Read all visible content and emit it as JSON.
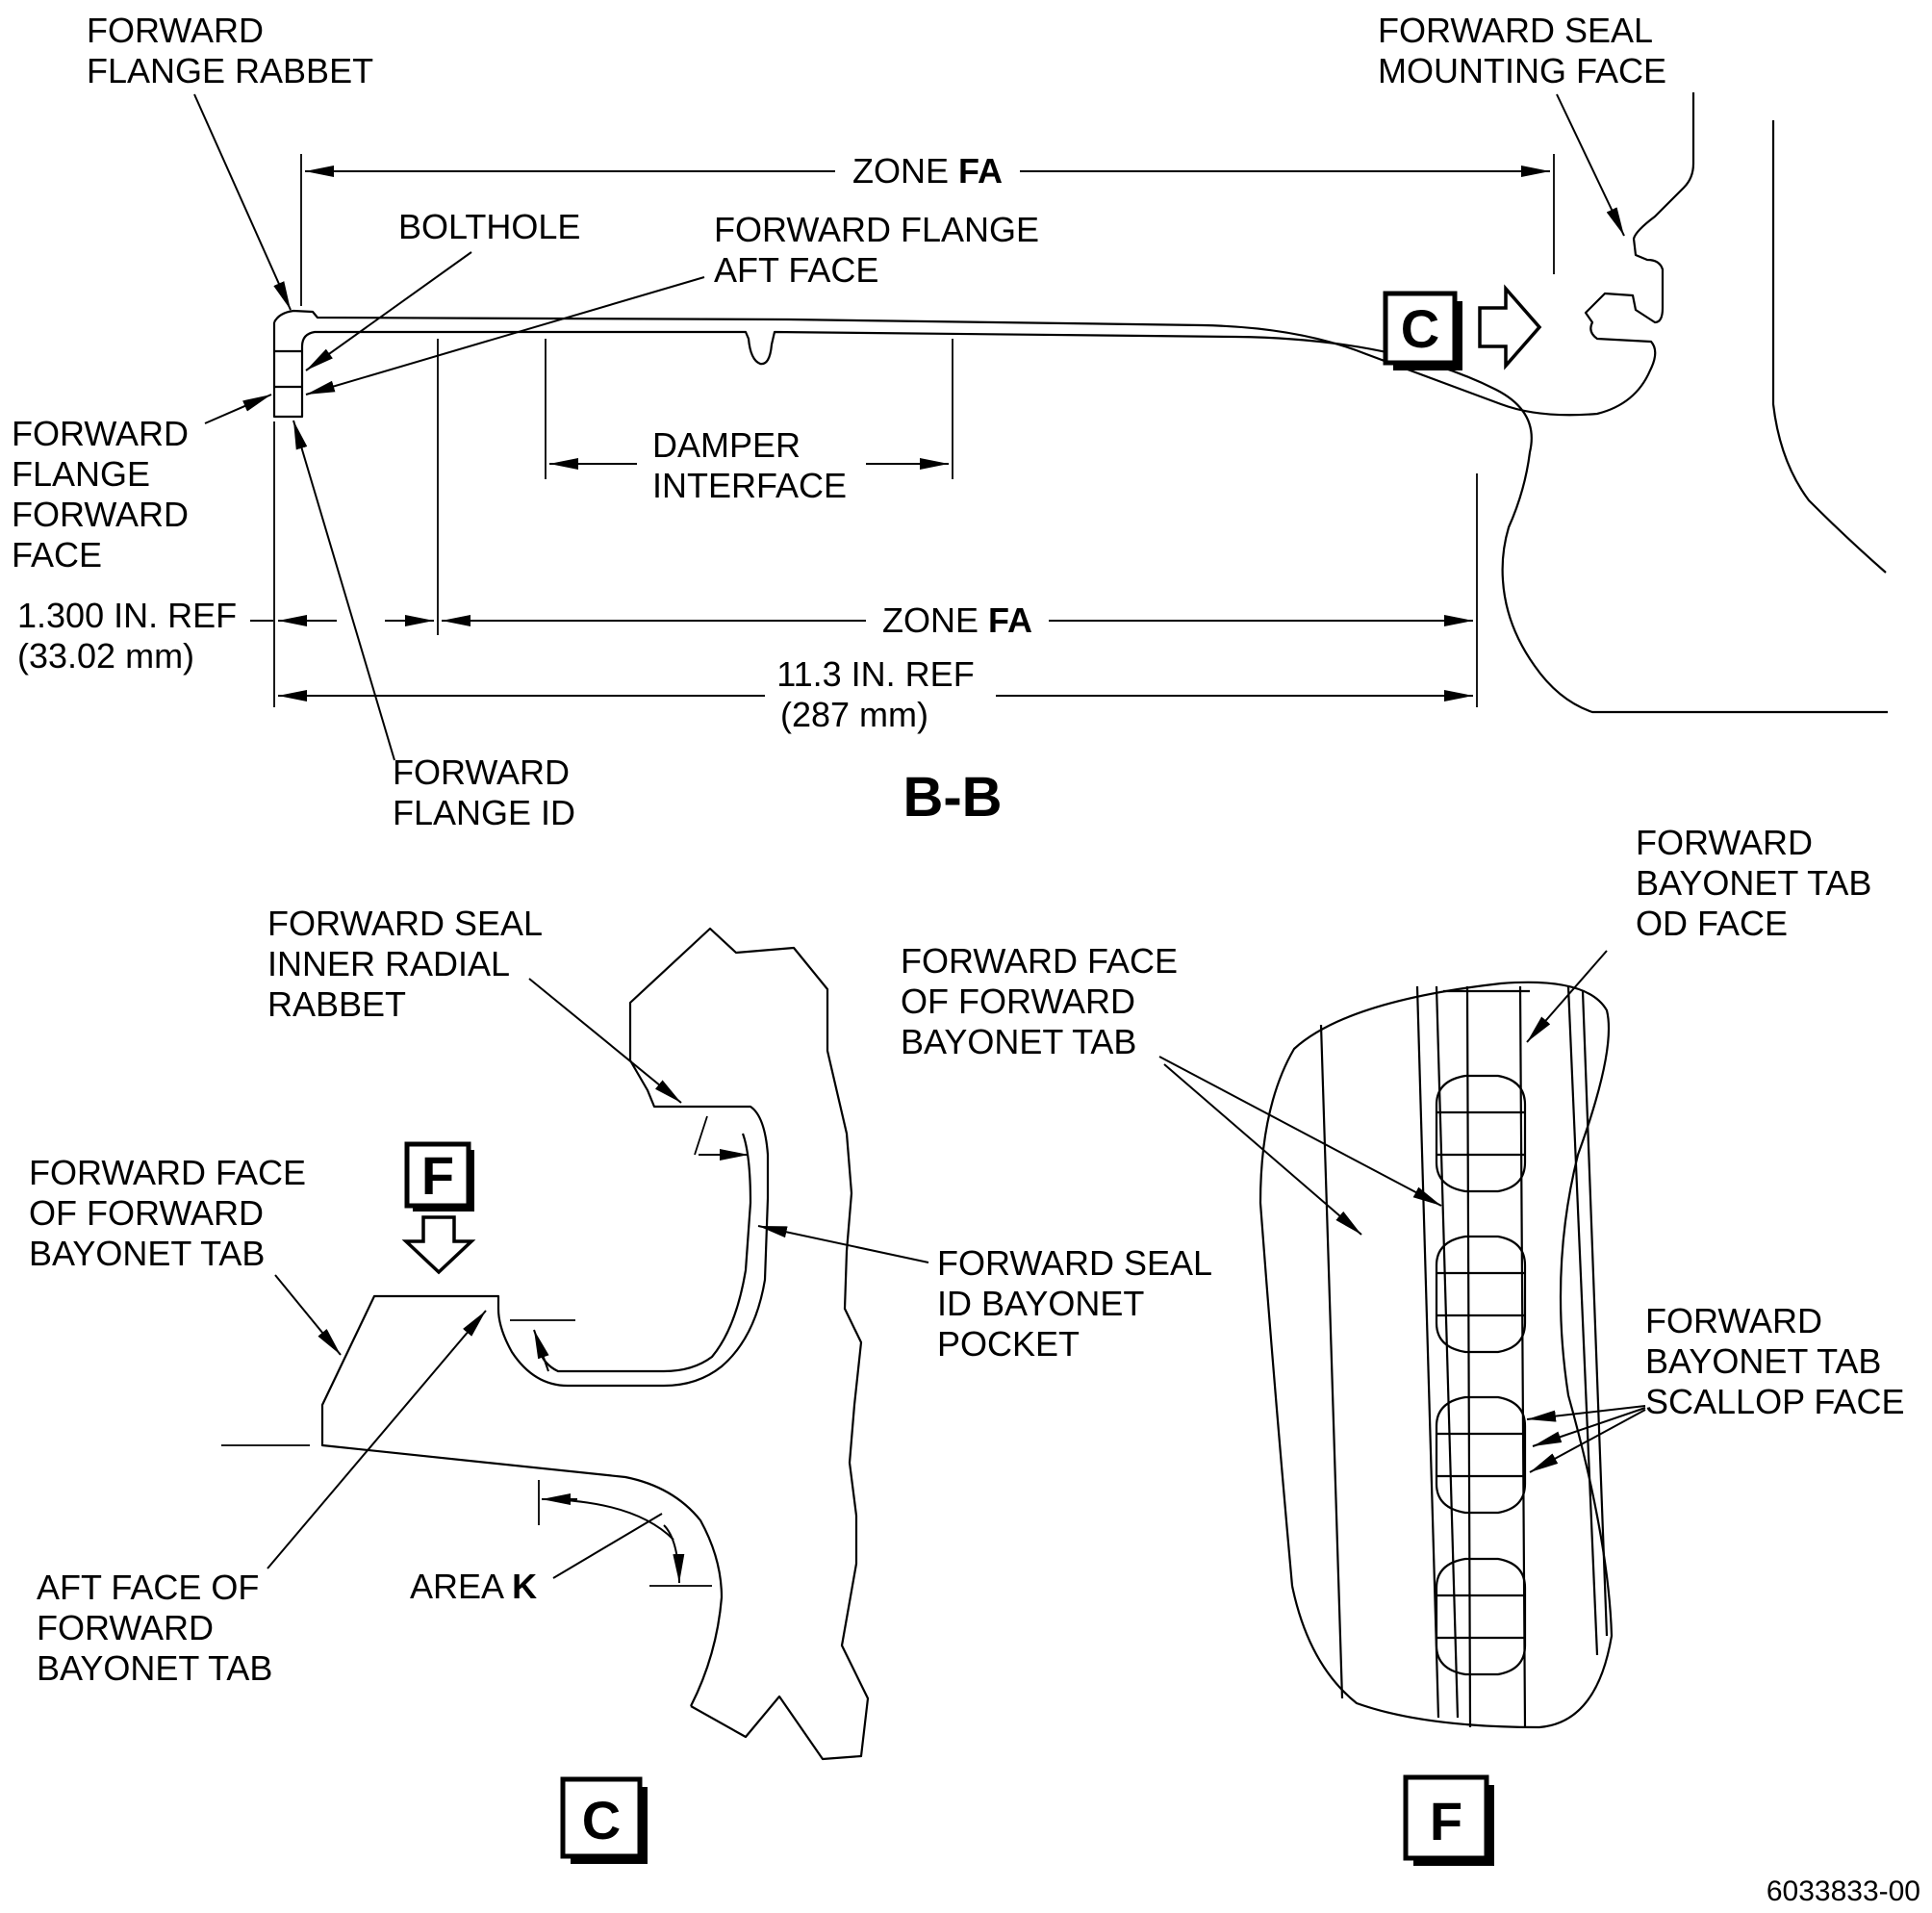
{
  "views": {
    "section_bb": {
      "title": "B-B",
      "labels": {
        "forward_flange_rabbet": [
          "FORWARD",
          "FLANGE RABBET"
        ],
        "forward_seal_mounting_face": [
          "FORWARD SEAL",
          "MOUNTING FACE"
        ],
        "bolthole": [
          "BOLTHOLE"
        ],
        "forward_flange_aft_face": [
          "FORWARD FLANGE",
          "AFT FACE"
        ],
        "damper_interface": [
          "DAMPER",
          "INTERFACE"
        ],
        "forward_flange_forward_face": [
          "FORWARD",
          "FLANGE",
          "FORWARD",
          "FACE"
        ],
        "forward_flange_id": [
          "FORWARD",
          "FLANGE ID"
        ]
      },
      "dimensions": {
        "zone_top": {
          "prefix": "ZONE ",
          "emph": "FA"
        },
        "zone_bottom": {
          "prefix": "ZONE ",
          "emph": "FA"
        },
        "ref_short": [
          "1.300 IN. REF",
          "(33.02 mm)"
        ],
        "ref_long": [
          "11.3 IN. REF",
          "(287 mm)"
        ]
      },
      "detail_callout": "C"
    },
    "detail_c": {
      "title": "C",
      "labels": {
        "forward_seal_inner_radial_rabbet": [
          "FORWARD SEAL",
          "INNER RADIAL",
          "RABBET"
        ],
        "forward_face_of_forward_bayonet_tab": [
          "FORWARD FACE",
          "OF FORWARD",
          "BAYONET TAB"
        ],
        "forward_seal_id_bayonet_pocket": [
          "FORWARD SEAL",
          "ID BAYONET",
          "POCKET"
        ],
        "aft_face_of_forward_bayonet_tab": [
          "AFT FACE OF",
          "FORWARD",
          "BAYONET TAB"
        ],
        "area_k": {
          "prefix": "AREA ",
          "emph": "K"
        }
      },
      "view_callout": "F"
    },
    "detail_f": {
      "title": "F",
      "labels": {
        "forward_bayonet_tab_od_face": [
          "FORWARD",
          "BAYONET TAB",
          "OD FACE"
        ],
        "forward_face_of_forward_bayonet_tab": [
          "FORWARD FACE",
          "OF FORWARD",
          "BAYONET TAB"
        ],
        "forward_bayonet_tab_scallop_face": [
          "FORWARD",
          "BAYONET TAB",
          "SCALLOP FACE"
        ]
      }
    }
  },
  "figure_number": "6033833-00"
}
